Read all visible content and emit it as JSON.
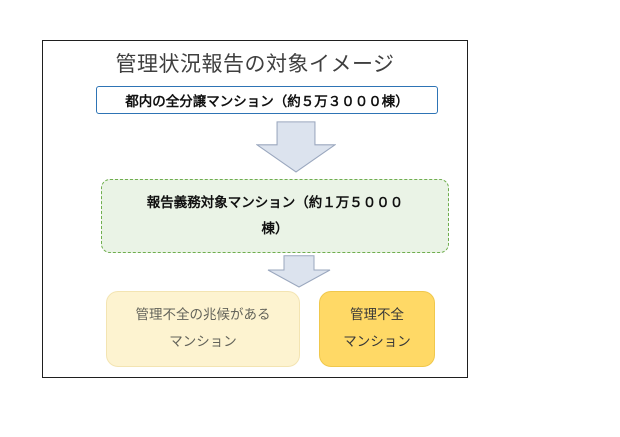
{
  "diagram": {
    "title": "管理状況報告の対象イメージ",
    "top_box": {
      "label": "都内の全分譲マンション（約５万３０００棟）"
    },
    "middle_box": {
      "label": "報告義務対象マンション（約１万５０００棟）",
      "lines": [
        "報告義務対象マンション（約１万５０００",
        "棟）"
      ]
    },
    "bottom_left_box": {
      "label": "管理不全の兆候があるマンション",
      "lines": [
        "管理不全の兆候がある",
        "マンション"
      ]
    },
    "bottom_right_box": {
      "label": "管理不全マンション",
      "lines": [
        "管理不全",
        "マンション"
      ]
    },
    "colors": {
      "title_color": "#3F3F3F",
      "top_box_border": "#2E74B5",
      "arrow_fill": "#DCE3EE",
      "arrow_border": "#9AA7BE",
      "middle_box_border": "#6FAE4E",
      "middle_box_fill": "#EAF3E6",
      "bottom_left_fill": "#FDF3D0",
      "bottom_right_fill": "#FFD966"
    }
  }
}
